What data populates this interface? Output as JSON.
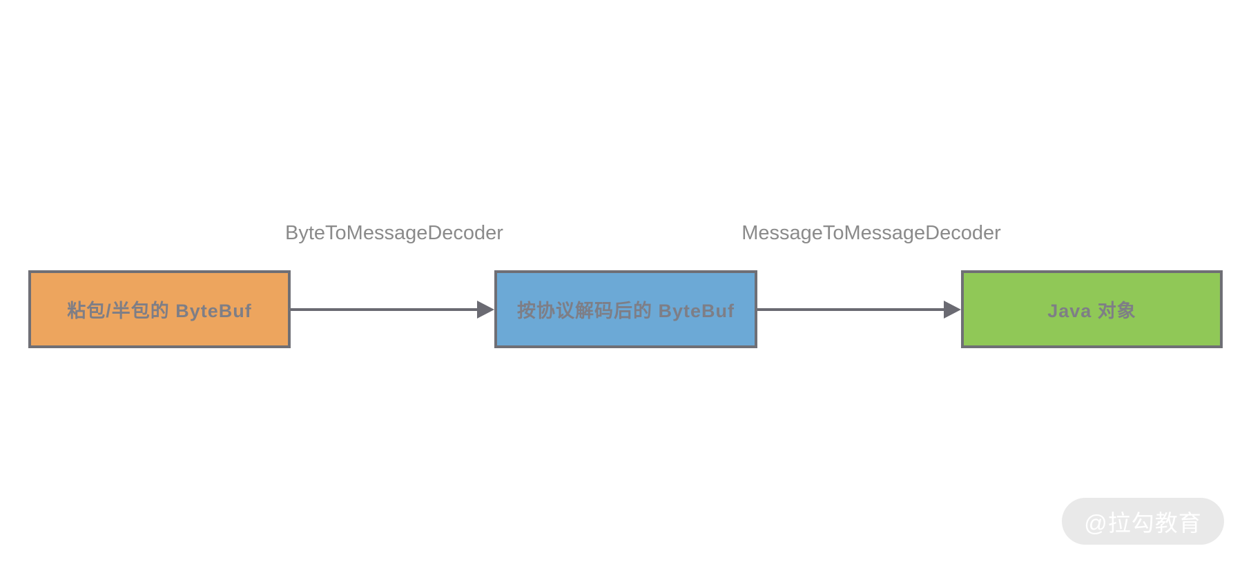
{
  "diagram": {
    "nodes": [
      {
        "id": "sticky-half-bytebuf",
        "label": "粘包/半包的 ByteBuf",
        "fill": "#eda55e"
      },
      {
        "id": "decoded-bytebuf",
        "label": "按协议解码后的 ByteBuf",
        "fill": "#6ca9d6"
      },
      {
        "id": "java-object",
        "label": "Java 对象",
        "fill": "#90c857"
      }
    ],
    "edges": [
      {
        "label": "ByteToMessageDecoder"
      },
      {
        "label": "MessageToMessageDecoder"
      }
    ],
    "colors": {
      "background": "#ffffff",
      "node_border": "#6f6f75",
      "node_text": "#7e7e86",
      "edge_line": "#6a6a72",
      "edge_label_text": "#8a8a8a"
    }
  },
  "watermark": {
    "text": "@拉勾教育",
    "bg": "#e9e9e9",
    "text_color": "#ffffff"
  }
}
